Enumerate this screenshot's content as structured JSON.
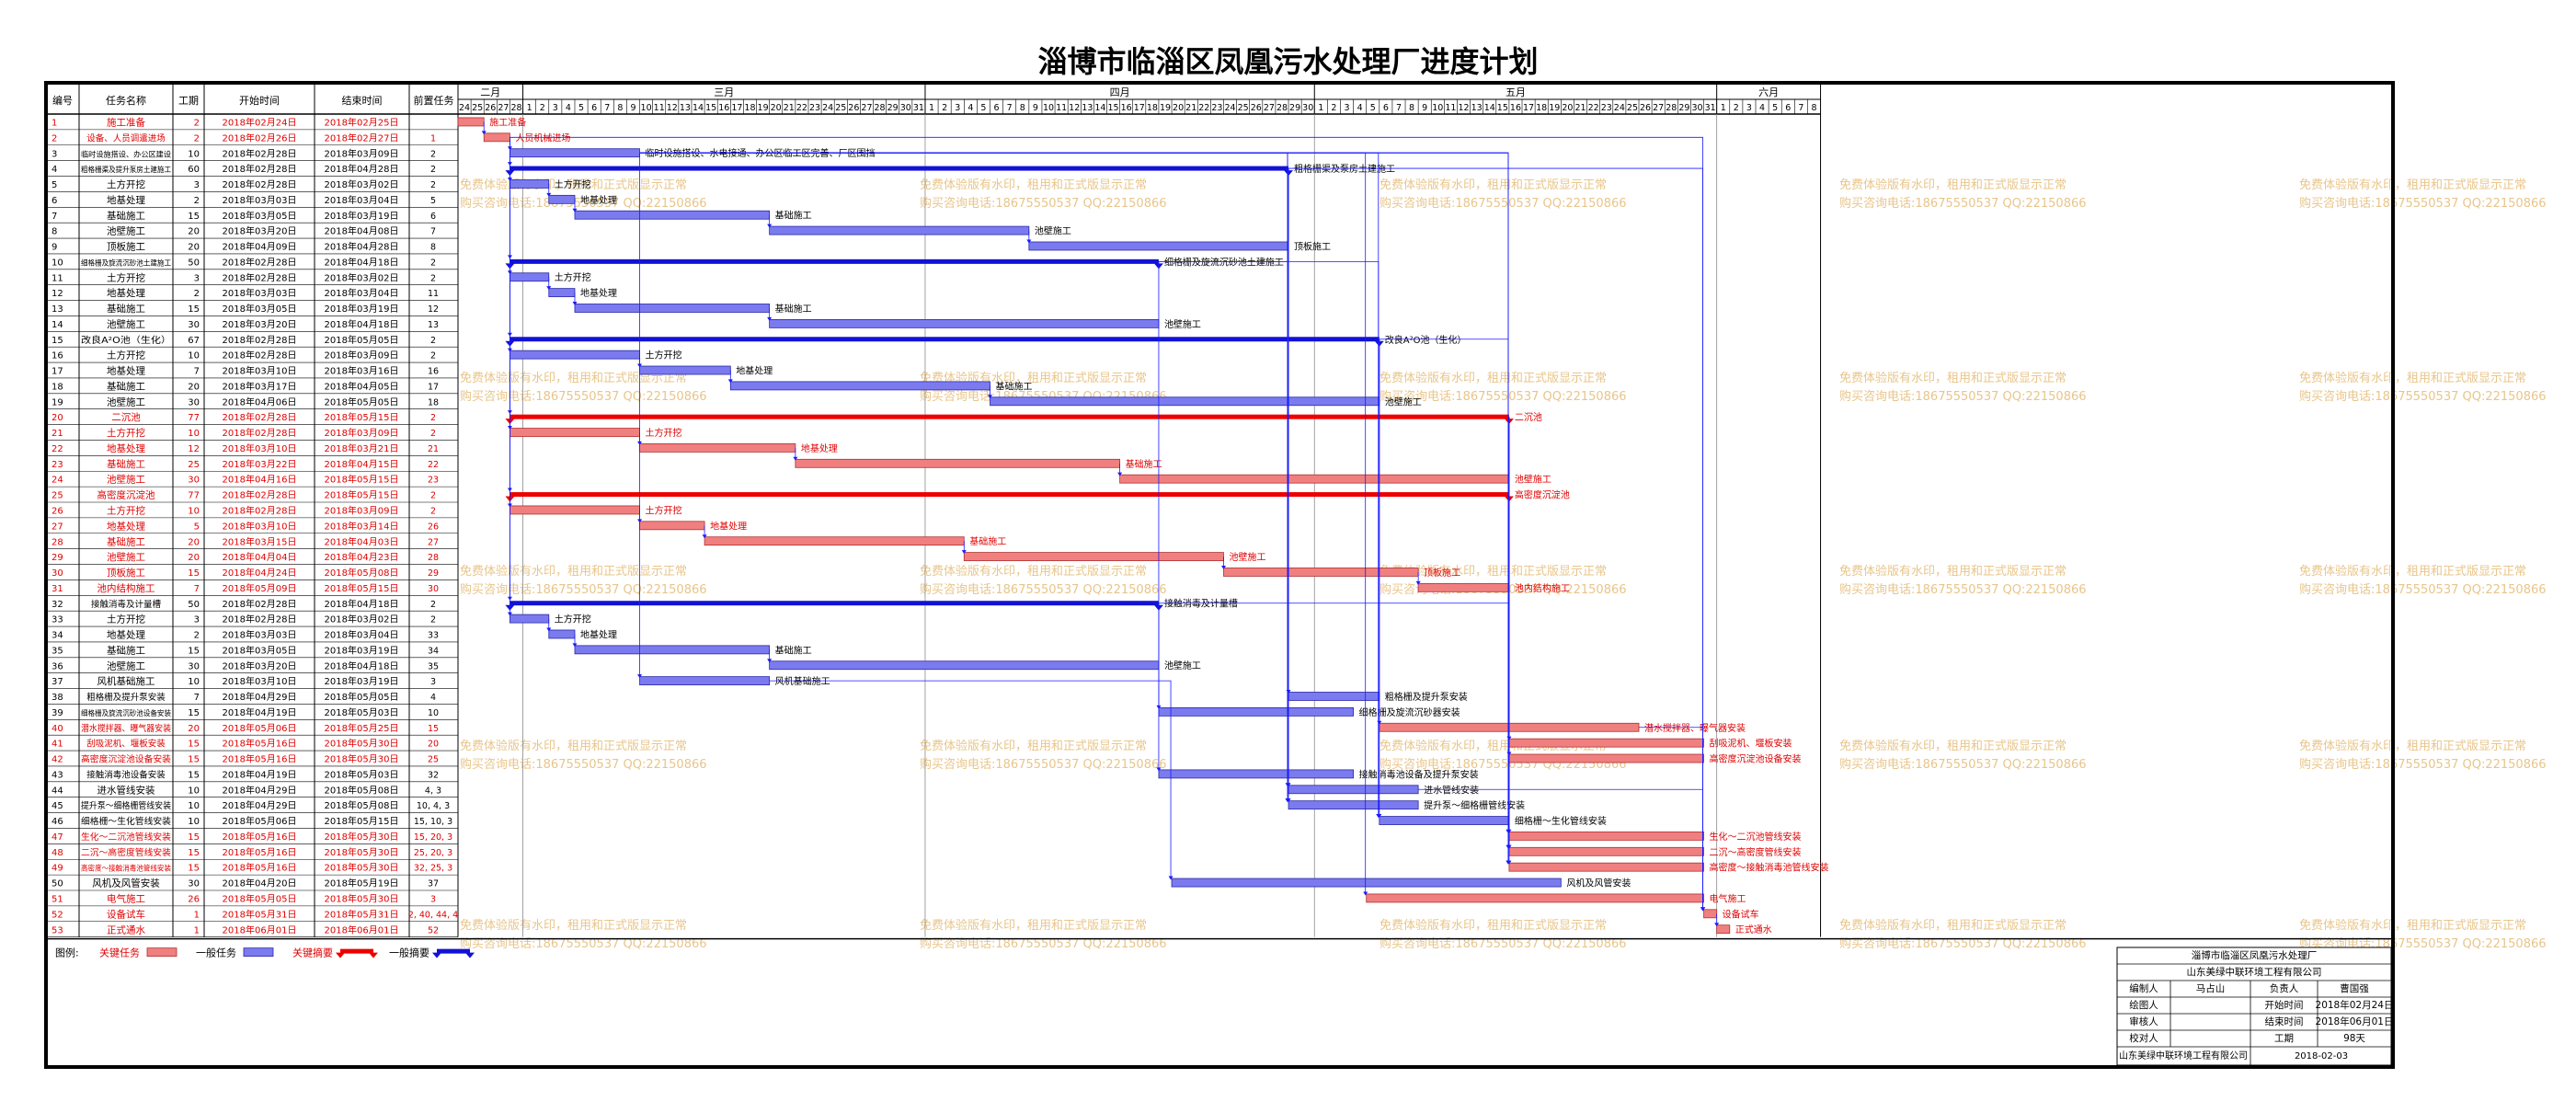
{
  "title": "淄博市临淄区凤凰污水处理厂进度计划",
  "columns": [
    "编号",
    "任务名称",
    "工期",
    "开始时间",
    "结束时间",
    "前置任务"
  ],
  "months": [
    {
      "label": "二月",
      "from": "2018-02-24",
      "to": "2018-02-28"
    },
    {
      "label": "三月",
      "from": "2018-03-01",
      "to": "2018-03-31"
    },
    {
      "label": "四月",
      "from": "2018-04-01",
      "to": "2018-04-30"
    },
    {
      "label": "五月",
      "from": "2018-05-01",
      "to": "2018-05-31"
    },
    {
      "label": "六月",
      "from": "2018-06-01",
      "to": "2018-06-08"
    }
  ],
  "colors": {
    "critical_text": "#e00000",
    "normal_text": "#000000",
    "critical_bar": "#f08080",
    "normal_bar": "#7b7bef",
    "critical_summary": "#ee0000",
    "normal_summary": "#1212d6",
    "link": "#1a1aff",
    "watermark": "#e8c58a"
  },
  "chart_data": {
    "type": "gantt",
    "axis_start": "2018-02-24",
    "axis_end": "2018-06-08",
    "tasks": [
      {
        "id": "1",
        "name": "施工准备",
        "days": "2",
        "start": "2018年02月24日",
        "end": "2018年02月25日",
        "pred": "",
        "kind": "critical",
        "label": "施工准备"
      },
      {
        "id": "2",
        "name": "设备、人员调遣进场",
        "days": "2",
        "start": "2018年02月26日",
        "end": "2018年02月27日",
        "pred": "1",
        "kind": "critical",
        "label": "人员机械进场"
      },
      {
        "id": "3",
        "name": "临时设施搭设、办公区建设",
        "days": "10",
        "start": "2018年02月28日",
        "end": "2018年03月09日",
        "pred": "2",
        "kind": "normal",
        "label": "临时设施搭设、水电接通、办公区临工区完善、厂区围挡"
      },
      {
        "id": "4",
        "name": "粗格栅渠及提升泵房土建施工",
        "days": "60",
        "start": "2018年02月28日",
        "end": "2018年04月28日",
        "pred": "2",
        "kind": "nsummary",
        "label": "粗格栅渠及泵房土建施工"
      },
      {
        "id": "5",
        "name": "土方开挖",
        "days": "3",
        "start": "2018年02月28日",
        "end": "2018年03月02日",
        "pred": "2",
        "kind": "normal",
        "label": "土方开挖"
      },
      {
        "id": "6",
        "name": "地基处理",
        "days": "2",
        "start": "2018年03月03日",
        "end": "2018年03月04日",
        "pred": "5",
        "kind": "normal",
        "label": "地基处理"
      },
      {
        "id": "7",
        "name": "基础施工",
        "days": "15",
        "start": "2018年03月05日",
        "end": "2018年03月19日",
        "pred": "6",
        "kind": "normal",
        "label": "基础施工"
      },
      {
        "id": "8",
        "name": "池壁施工",
        "days": "20",
        "start": "2018年03月20日",
        "end": "2018年04月08日",
        "pred": "7",
        "kind": "normal",
        "label": "池壁施工"
      },
      {
        "id": "9",
        "name": "顶板施工",
        "days": "20",
        "start": "2018年04月09日",
        "end": "2018年04月28日",
        "pred": "8",
        "kind": "normal",
        "label": "顶板施工"
      },
      {
        "id": "10",
        "name": "细格栅及旋流沉砂池土建施工",
        "days": "50",
        "start": "2018年02月28日",
        "end": "2018年04月18日",
        "pred": "2",
        "kind": "nsummary",
        "label": "细格栅及旋流沉砂池土建施工"
      },
      {
        "id": "11",
        "name": "土方开挖",
        "days": "3",
        "start": "2018年02月28日",
        "end": "2018年03月02日",
        "pred": "2",
        "kind": "normal",
        "label": "土方开挖"
      },
      {
        "id": "12",
        "name": "地基处理",
        "days": "2",
        "start": "2018年03月03日",
        "end": "2018年03月04日",
        "pred": "11",
        "kind": "normal",
        "label": "地基处理"
      },
      {
        "id": "13",
        "name": "基础施工",
        "days": "15",
        "start": "2018年03月05日",
        "end": "2018年03月19日",
        "pred": "12",
        "kind": "normal",
        "label": "基础施工"
      },
      {
        "id": "14",
        "name": "池壁施工",
        "days": "30",
        "start": "2018年03月20日",
        "end": "2018年04月18日",
        "pred": "13",
        "kind": "normal",
        "label": "池壁施工"
      },
      {
        "id": "15",
        "name": "改良A²O池（生化）",
        "days": "67",
        "start": "2018年02月28日",
        "end": "2018年05月05日",
        "pred": "2",
        "kind": "nsummary",
        "label": "改良A²O池（生化）"
      },
      {
        "id": "16",
        "name": "土方开挖",
        "days": "10",
        "start": "2018年02月28日",
        "end": "2018年03月09日",
        "pred": "2",
        "kind": "normal",
        "label": "土方开挖"
      },
      {
        "id": "17",
        "name": "地基处理",
        "days": "7",
        "start": "2018年03月10日",
        "end": "2018年03月16日",
        "pred": "16",
        "kind": "normal",
        "label": "地基处理"
      },
      {
        "id": "18",
        "name": "基础施工",
        "days": "20",
        "start": "2018年03月17日",
        "end": "2018年04月05日",
        "pred": "17",
        "kind": "normal",
        "label": "基础施工"
      },
      {
        "id": "19",
        "name": "池壁施工",
        "days": "30",
        "start": "2018年04月06日",
        "end": "2018年05月05日",
        "pred": "18",
        "kind": "normal",
        "label": "池壁施工"
      },
      {
        "id": "20",
        "name": "二沉池",
        "days": "77",
        "start": "2018年02月28日",
        "end": "2018年05月15日",
        "pred": "2",
        "kind": "csummary",
        "label": "二沉池"
      },
      {
        "id": "21",
        "name": "土方开挖",
        "days": "10",
        "start": "2018年02月28日",
        "end": "2018年03月09日",
        "pred": "2",
        "kind": "critical",
        "label": "土方开挖"
      },
      {
        "id": "22",
        "name": "地基处理",
        "days": "12",
        "start": "2018年03月10日",
        "end": "2018年03月21日",
        "pred": "21",
        "kind": "critical",
        "label": "地基处理"
      },
      {
        "id": "23",
        "name": "基础施工",
        "days": "25",
        "start": "2018年03月22日",
        "end": "2018年04月15日",
        "pred": "22",
        "kind": "critical",
        "label": "基础施工"
      },
      {
        "id": "24",
        "name": "池壁施工",
        "days": "30",
        "start": "2018年04月16日",
        "end": "2018年05月15日",
        "pred": "23",
        "kind": "critical",
        "label": "池壁施工"
      },
      {
        "id": "25",
        "name": "高密度沉淀池",
        "days": "77",
        "start": "2018年02月28日",
        "end": "2018年05月15日",
        "pred": "2",
        "kind": "csummary",
        "label": "高密度沉淀池"
      },
      {
        "id": "26",
        "name": "土方开挖",
        "days": "10",
        "start": "2018年02月28日",
        "end": "2018年03月09日",
        "pred": "2",
        "kind": "critical",
        "label": "土方开挖"
      },
      {
        "id": "27",
        "name": "地基处理",
        "days": "5",
        "start": "2018年03月10日",
        "end": "2018年03月14日",
        "pred": "26",
        "kind": "critical",
        "label": "地基处理"
      },
      {
        "id": "28",
        "name": "基础施工",
        "days": "20",
        "start": "2018年03月15日",
        "end": "2018年04月03日",
        "pred": "27",
        "kind": "critical",
        "label": "基础施工"
      },
      {
        "id": "29",
        "name": "池壁施工",
        "days": "20",
        "start": "2018年04月04日",
        "end": "2018年04月23日",
        "pred": "28",
        "kind": "critical",
        "label": "池壁施工"
      },
      {
        "id": "30",
        "name": "顶板施工",
        "days": "15",
        "start": "2018年04月24日",
        "end": "2018年05月08日",
        "pred": "29",
        "kind": "critical",
        "label": "顶板施工"
      },
      {
        "id": "31",
        "name": "池内结构施工",
        "days": "7",
        "start": "2018年05月09日",
        "end": "2018年05月15日",
        "pred": "30",
        "kind": "critical",
        "label": "池内结构施工"
      },
      {
        "id": "32",
        "name": "接触消毒及计量槽",
        "days": "50",
        "start": "2018年02月28日",
        "end": "2018年04月18日",
        "pred": "2",
        "kind": "nsummary",
        "label": "接触消毒及计量槽"
      },
      {
        "id": "33",
        "name": "土方开挖",
        "days": "3",
        "start": "2018年02月28日",
        "end": "2018年03月02日",
        "pred": "2",
        "kind": "normal",
        "label": "土方开挖"
      },
      {
        "id": "34",
        "name": "地基处理",
        "days": "2",
        "start": "2018年03月03日",
        "end": "2018年03月04日",
        "pred": "33",
        "kind": "normal",
        "label": "地基处理"
      },
      {
        "id": "35",
        "name": "基础施工",
        "days": "15",
        "start": "2018年03月05日",
        "end": "2018年03月19日",
        "pred": "34",
        "kind": "normal",
        "label": "基础施工"
      },
      {
        "id": "36",
        "name": "池壁施工",
        "days": "30",
        "start": "2018年03月20日",
        "end": "2018年04月18日",
        "pred": "35",
        "kind": "normal",
        "label": "池壁施工"
      },
      {
        "id": "37",
        "name": "风机基础施工",
        "days": "10",
        "start": "2018年03月10日",
        "end": "2018年03月19日",
        "pred": "3",
        "kind": "normal",
        "label": "风机基础施工"
      },
      {
        "id": "38",
        "name": "粗格栅及提升泵安装",
        "days": "7",
        "start": "2018年04月29日",
        "end": "2018年05月05日",
        "pred": "4",
        "kind": "normal",
        "label": "粗格栅及提升泵安装"
      },
      {
        "id": "39",
        "name": "细格栅及旋流沉砂池设备安装",
        "days": "15",
        "start": "2018年04月19日",
        "end": "2018年05月03日",
        "pred": "10",
        "kind": "normal",
        "label": "细格栅及旋流沉砂器安装"
      },
      {
        "id": "40",
        "name": "潜水搅拌器、曝气器安装",
        "days": "20",
        "start": "2018年05月06日",
        "end": "2018年05月25日",
        "pred": "15",
        "kind": "critical",
        "label": "潜水搅拌器、曝气器安装"
      },
      {
        "id": "41",
        "name": "刮吸泥机、堰板安装",
        "days": "15",
        "start": "2018年05月16日",
        "end": "2018年05月30日",
        "pred": "20",
        "kind": "critical",
        "label": "刮吸泥机、堰板安装"
      },
      {
        "id": "42",
        "name": "高密度沉淀池设备安装",
        "days": "15",
        "start": "2018年05月16日",
        "end": "2018年05月30日",
        "pred": "25",
        "kind": "critical",
        "label": "高密度沉淀池设备安装"
      },
      {
        "id": "43",
        "name": "接触消毒池设备安装",
        "days": "15",
        "start": "2018年04月19日",
        "end": "2018年05月03日",
        "pred": "32",
        "kind": "normal",
        "label": "接触消毒池设备及提升泵安装"
      },
      {
        "id": "44",
        "name": "进水管线安装",
        "days": "10",
        "start": "2018年04月29日",
        "end": "2018年05月08日",
        "pred": "4, 3",
        "kind": "normal",
        "label": "进水管线安装"
      },
      {
        "id": "45",
        "name": "提升泵～细格栅管线安装",
        "days": "10",
        "start": "2018年04月29日",
        "end": "2018年05月08日",
        "pred": "10, 4, 3",
        "kind": "normal",
        "label": "提升泵～细格栅管线安装"
      },
      {
        "id": "46",
        "name": "细格栅～生化管线安装",
        "days": "10",
        "start": "2018年05月06日",
        "end": "2018年05月15日",
        "pred": "15, 10, 3",
        "kind": "normal",
        "label": "细格栅～生化管线安装"
      },
      {
        "id": "47",
        "name": "生化～二沉池管线安装",
        "days": "15",
        "start": "2018年05月16日",
        "end": "2018年05月30日",
        "pred": "15, 20, 3",
        "kind": "critical",
        "label": "生化～二沉池管线安装"
      },
      {
        "id": "48",
        "name": "二沉～高密度管线安装",
        "days": "15",
        "start": "2018年05月16日",
        "end": "2018年05月30日",
        "pred": "25, 20, 3",
        "kind": "critical",
        "label": "二沉～高密度管线安装"
      },
      {
        "id": "49",
        "name": "高密度～接触消毒池管线安装",
        "days": "15",
        "start": "2018年05月16日",
        "end": "2018年05月30日",
        "pred": "32, 25, 3",
        "kind": "critical",
        "label": "高密度～接触消毒池管线安装"
      },
      {
        "id": "50",
        "name": "风机及风管安装",
        "days": "30",
        "start": "2018年04月20日",
        "end": "2018年05月19日",
        "pred": "37",
        "kind": "normal",
        "label": "风机及风管安装"
      },
      {
        "id": "51",
        "name": "电气施工",
        "days": "26",
        "start": "2018年05月05日",
        "end": "2018年05月30日",
        "pred": "3",
        "kind": "critical",
        "label": "电气施工"
      },
      {
        "id": "52",
        "name": "设备试车",
        "days": "1",
        "start": "2018年05月31日",
        "end": "2018年05月31日",
        "pred": "2, 40, 44, 4",
        "kind": "critical",
        "label": "设备试车"
      },
      {
        "id": "53",
        "name": "正式通水",
        "days": "1",
        "start": "2018年06月01日",
        "end": "2018年06月01日",
        "pred": "52",
        "kind": "critical",
        "label": "正式通水"
      }
    ]
  },
  "legend": {
    "prefix": "图例:",
    "items": [
      {
        "label": "关键任务",
        "kind": "critical",
        "labelColor": "#e00000"
      },
      {
        "label": "一般任务",
        "kind": "normal",
        "labelColor": "#000000"
      },
      {
        "label": "关键摘要",
        "kind": "csummary",
        "labelColor": "#e00000"
      },
      {
        "label": "一般摘要",
        "kind": "nsummary",
        "labelColor": "#000000"
      }
    ]
  },
  "watermark": {
    "line1": "免费体验版有水印，租用和正式版显示正常",
    "line2": "购买咨询电话:18675550537 QQ:22150866"
  },
  "info_box": {
    "project": "淄博市临淄区凤凰污水处理厂",
    "company": "山东美绿中联环境工程有限公司",
    "rows": [
      [
        "编制人",
        "马占山",
        "负责人",
        "曹国强"
      ],
      [
        "绘图人",
        "",
        "开始时间",
        "2018年02月24日"
      ],
      [
        "审核人",
        "",
        "结束时间",
        "2018年06月01日"
      ],
      [
        "校对人",
        "",
        "工期",
        "98天"
      ]
    ],
    "footer_company": "山东美绿中联环境工程有限公司",
    "footer_date": "2018-02-03"
  }
}
